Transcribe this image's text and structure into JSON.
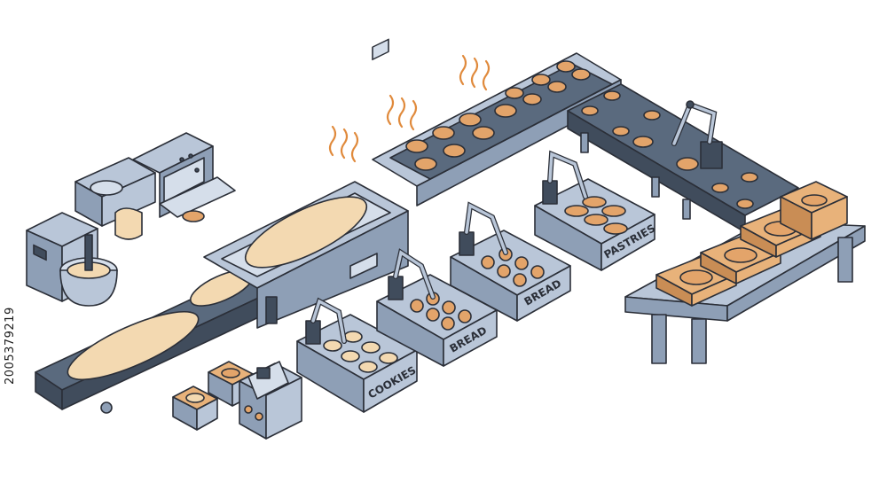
{
  "illustration": {
    "subject": "automated bakery production line",
    "stock_id": "200537921​9",
    "labels": {
      "cookies": "COOKIES",
      "bread_front": "BREAD",
      "bread_back": "BREAD",
      "pastries": "PASTRIES"
    },
    "icons": {
      "mixer": "stand-mixer-icon",
      "dough_press": "dough-press-machine-icon",
      "oven": "tunnel-oven-icon",
      "robot_arm": "robot-arm-icon",
      "control_panel": "control-panel-icon",
      "box": "cardboard-box-icon",
      "steam": "steam-icon"
    },
    "colors": {
      "outline": "#2b2f38",
      "machine": "#b9c6d8",
      "machine_dark": "#8e9fb6",
      "belt": "#5a6a7e",
      "dough": "#f3d9b1",
      "baked": "#e3a46a",
      "cardboard": "#e8b27a",
      "steam": "#e08a3c"
    }
  }
}
